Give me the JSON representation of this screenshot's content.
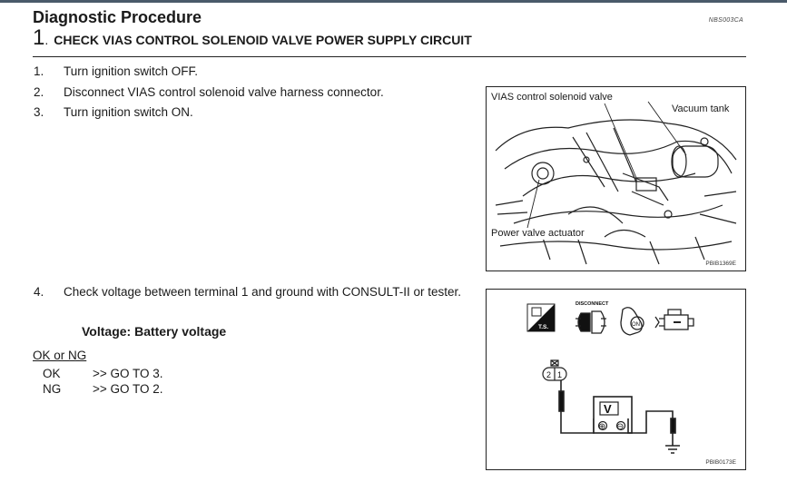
{
  "header": {
    "title": "Diagnostic Procedure",
    "doc_id": "NBS003CA",
    "step_number": "1",
    "step_title": "CHECK VIAS CONTROL SOLENOID VALVE POWER SUPPLY CIRCUIT"
  },
  "steps": [
    {
      "num": "1.",
      "text": "Turn ignition switch OFF."
    },
    {
      "num": "2.",
      "text": "Disconnect VIAS control solenoid valve harness connector."
    },
    {
      "num": "3.",
      "text": "Turn ignition switch ON."
    },
    {
      "num": "4.",
      "text": "Check voltage between terminal 1 and ground with CONSULT-II or tester."
    }
  ],
  "spec": "Voltage: Battery voltage",
  "result_heading": "OK or NG",
  "results": [
    {
      "key": "OK",
      "action": ">> GO TO 3."
    },
    {
      "key": "NG",
      "action": ">> GO TO 2."
    }
  ],
  "figure1": {
    "label_valve": "VIAS control solenoid valve",
    "label_tank": "Vacuum tank",
    "label_actuator": "Power valve actuator",
    "code": "PBIB1369E"
  },
  "figure2": {
    "disconnect": "DISCONNECT",
    "ts": "T.S.",
    "on": "ON",
    "connector_pins": [
      "2",
      "1"
    ],
    "meter_letter": "V",
    "meter_plus": "⊕",
    "meter_minus": "⊖",
    "code": "PBIB0173E"
  }
}
